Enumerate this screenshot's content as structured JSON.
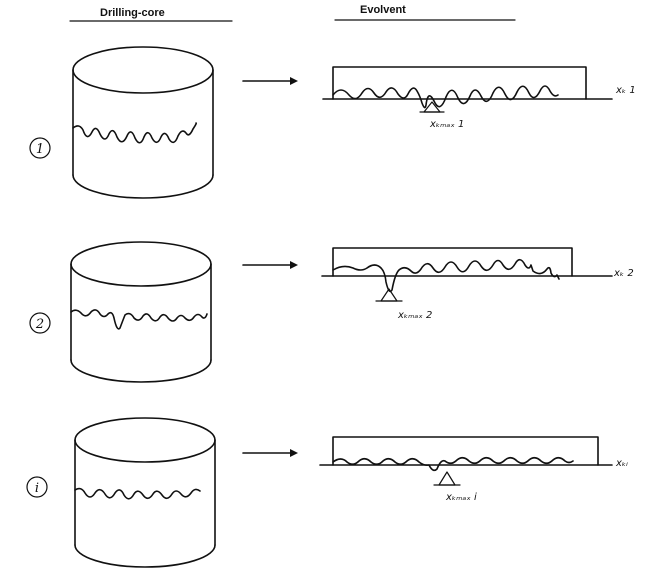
{
  "headers": {
    "left": "Drilling-core",
    "right": "Evolvent"
  },
  "rows": [
    {
      "number": "1",
      "line_label": "xₖ 1",
      "max_label": "xₖₘₐₓ 1"
    },
    {
      "number": "2",
      "line_label": "xₖ 2",
      "max_label": "xₖₘₐₓ 2"
    },
    {
      "number": "i",
      "line_label": "xₖᵢ",
      "max_label": "xₖₘₐₓ i"
    }
  ],
  "icons": [
    "arrow-right-icon",
    "cylinder-core-icon",
    "triangle-marker-icon"
  ]
}
